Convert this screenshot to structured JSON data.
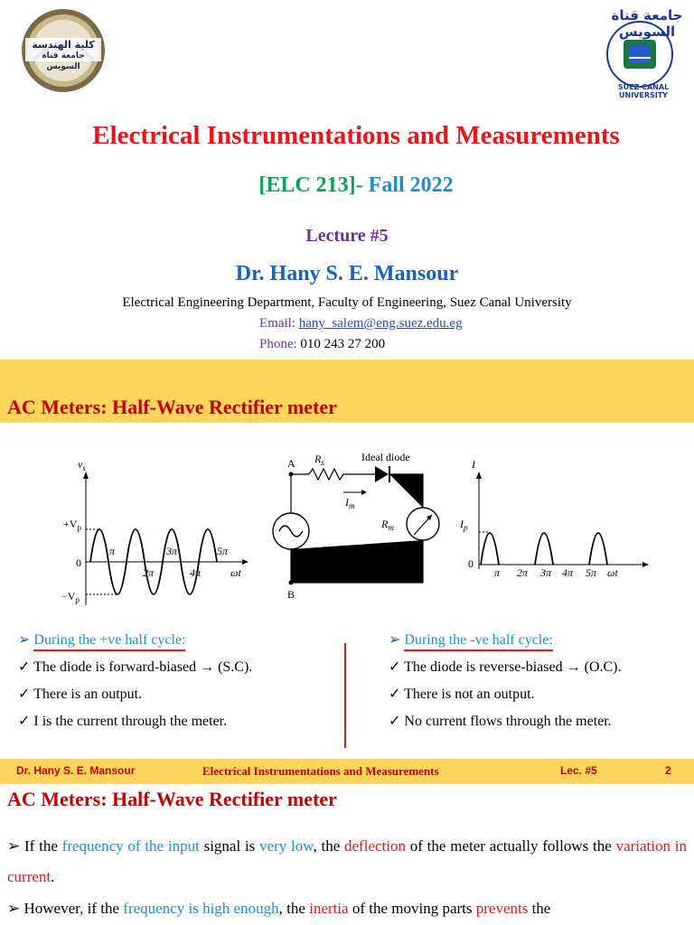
{
  "logos": {
    "left_line1": "كلية الهندسة",
    "left_line2": "جامعة قناة السويس",
    "right_arabic": "جامعة قناة السويس",
    "right_english": "SUEZ CANAL UNIVERSITY"
  },
  "slide1": {
    "title": "Electrical Instrumentations and Measurements",
    "course_code": "[ELC 213]-",
    "course_term": " Fall 2022",
    "lecture": "Lecture #5",
    "author": "Dr. Hany S. E. Mansour",
    "department": "Electrical Engineering Department, Faculty of Engineering, Suez Canal University",
    "email_label": "Email: ",
    "email_value": "hany_salem@eng.suez.edu.eg",
    "phone_label": "Phone: ",
    "phone_value": "010 243 27 200"
  },
  "slide2": {
    "title": "AC Meters: Half-Wave Rectifier meter",
    "figure": {
      "vs_label": "v",
      "vs_sub": "s",
      "vp_pos": "+V",
      "vp_neg": "−V",
      "p_sub": "p",
      "zero": "0",
      "pi": "π",
      "two_pi": "2π",
      "three_pi": "3π",
      "four_pi": "4π",
      "five_pi": "5π",
      "omega_t": "ωt",
      "node_a": "A",
      "node_b": "B",
      "rs": "R",
      "rs_sub": "s",
      "ideal_diode": "Ideal diode",
      "im": "I",
      "im_sub": "m",
      "rm": "R",
      "rm_sub": "m",
      "i_axis": "I",
      "ip": "I",
      "ip_sub": "p"
    },
    "left_col": {
      "heading": "During the +ve half cycle:",
      "items": [
        "The diode is forward-biased →  (S.C).",
        "There is an output.",
        "I is the current through the meter."
      ]
    },
    "right_col": {
      "heading": "During the -ve half cycle:",
      "items": [
        "The diode is reverse-biased →  (O.C).",
        "There is not an output.",
        "No current flows through the meter."
      ]
    },
    "footer": {
      "author": "Dr. Hany S. E. Mansour",
      "course": "Electrical Instrumentations and Measurements",
      "lecture": "Lec. #5",
      "page": "2"
    }
  },
  "slide3": {
    "title": "AC Meters: Half-Wave Rectifier meter",
    "p1": {
      "a": "If the ",
      "b": "frequency of the input",
      "c": " signal is ",
      "d": "very low",
      "e": ", the ",
      "f": "deflection",
      "g": " of the meter actually follows the ",
      "h": "variation in current",
      "i": "."
    },
    "p2": {
      "a": "However, if the ",
      "b": "frequency is high enough",
      "c": ", the ",
      "d": "inertia",
      "e": " of the moving parts ",
      "f": "prevents",
      "g": " the"
    }
  },
  "colors": {
    "title_red": "#e8151b",
    "band_yellow": "#fcd55a",
    "dark_red": "#c00000",
    "green": "#00a651",
    "blue": "#1f8fd0",
    "purple": "#7030a0"
  }
}
